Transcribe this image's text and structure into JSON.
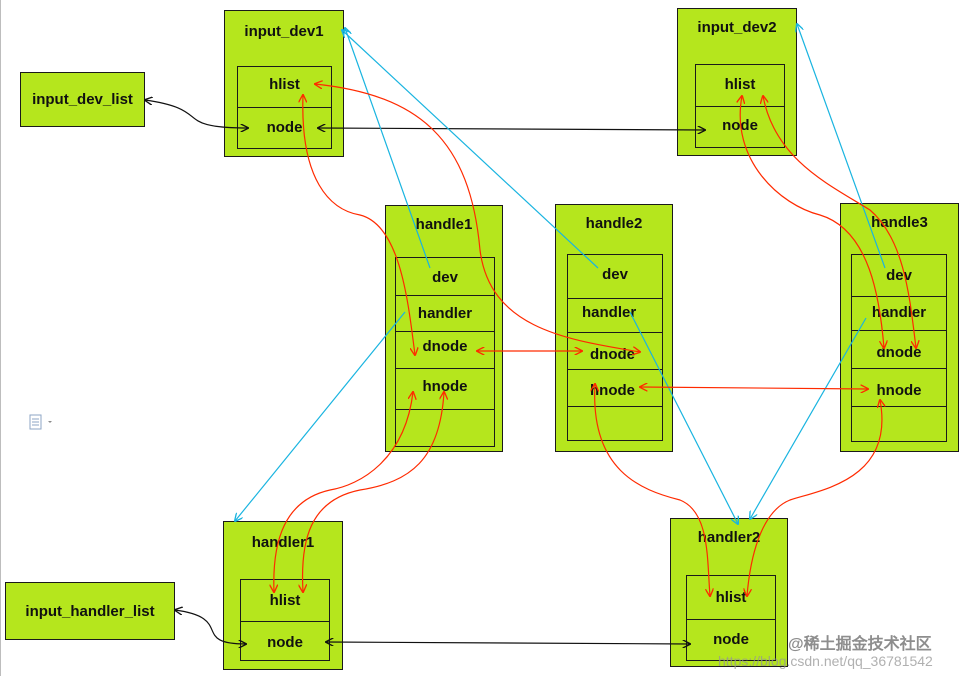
{
  "diagram": {
    "structures": {
      "input_dev1": {
        "title": "input_dev1",
        "fields": [
          "hlist",
          "node"
        ]
      },
      "input_dev2": {
        "title": "input_dev2",
        "fields": [
          "hlist",
          "node"
        ]
      },
      "handle1": {
        "title": "handle1",
        "fields": [
          "dev",
          "handler",
          "dnode",
          "hnode",
          ""
        ]
      },
      "handle2": {
        "title": "handle2",
        "fields": [
          "dev",
          "handler",
          "dnode",
          "hnode"
        ]
      },
      "handle3": {
        "title": "handle3",
        "fields": [
          "dev",
          "handler",
          "dnode",
          "hnode"
        ]
      },
      "handler1": {
        "title": "handler1",
        "fields": [
          "hlist",
          "node"
        ]
      },
      "handler2": {
        "title": "handler2",
        "fields": [
          "hlist",
          "node"
        ]
      }
    },
    "lists": {
      "input_dev_list": "input_dev_list",
      "input_handler_list": "input_handler_list"
    },
    "colors": {
      "box_fill": "#b5e61d",
      "border": "#1a1a1a",
      "list_link": "#111111",
      "dev_handle_link": "#ff2a00",
      "pointer_link": "#19b4e0"
    }
  },
  "watermark": {
    "brand": "@稀土掘金技术社区",
    "url": "https://blog.csdn.net/qq_36781542"
  }
}
